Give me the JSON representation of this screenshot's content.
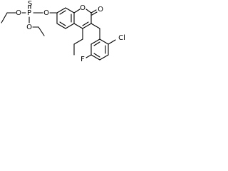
{
  "molecule": {
    "atom_labels": {
      "s": "S",
      "p": "P",
      "o_ester_left": "O",
      "o_ester_bottom": "O",
      "o_aryl": "O",
      "o_ring": "O",
      "o_carbonyl": "O",
      "cl": "Cl",
      "f": "F"
    }
  },
  "colors": {
    "background": "#ffffff",
    "ink": "#000000"
  }
}
